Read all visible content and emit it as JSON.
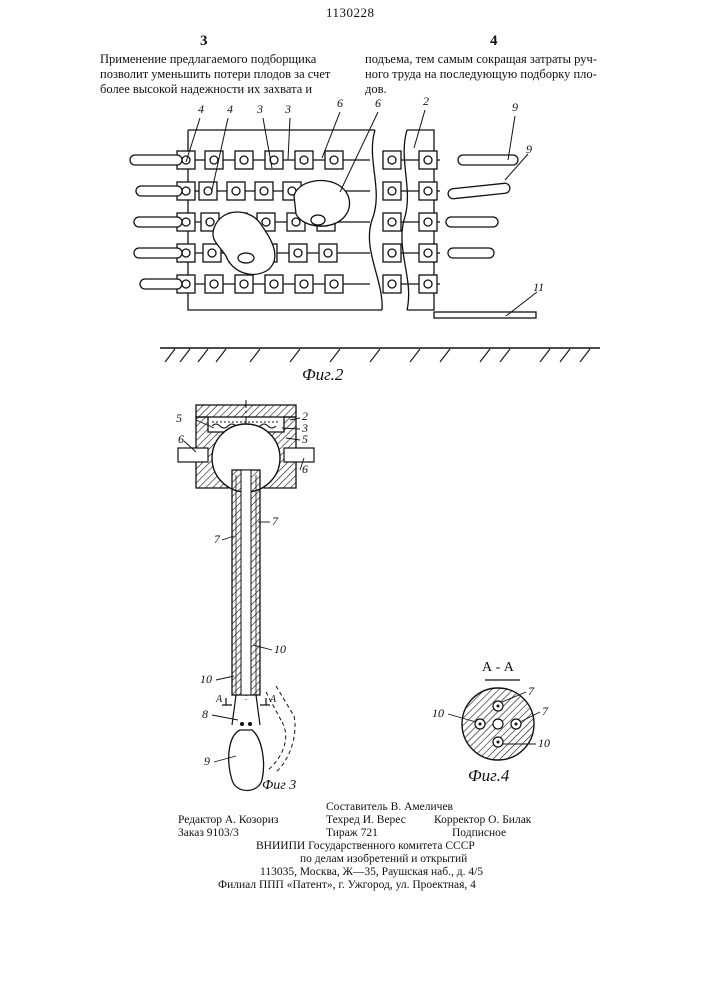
{
  "header": {
    "page_left": "3",
    "patent_number": "1130228",
    "page_right": "4"
  },
  "text": {
    "left_lines": [
      "Применение предлагаемого подборщика",
      "позволит уменьшить потери плодов за счет",
      "более высокой надежности их захвата и"
    ],
    "right_lines": [
      "подъема, тем самым сокращая затраты руч-",
      "ного труда на последующую подборку пло-",
      "дов."
    ]
  },
  "figures": {
    "fig2": {
      "caption": "Фиг.2",
      "labels": {
        "l4a": "4",
        "l4b": "4",
        "l3a": "3",
        "l3b": "3",
        "l6a": "6",
        "l6b": "6",
        "l2": "2",
        "l9a": "9",
        "l9b": "9",
        "l11": "11"
      }
    },
    "fig3": {
      "caption": "Фиг 3",
      "labels": {
        "l5a": "5",
        "l5b": "5",
        "l6a": "6",
        "l6b": "6",
        "l2": "2",
        "l3": "3",
        "l7a": "7",
        "l7b": "7",
        "l10a": "10",
        "l10b": "10",
        "lAa": "A",
        "lAb": "A",
        "l8": "8",
        "l9": "9"
      }
    },
    "fig4": {
      "caption": "Фиг.4",
      "section": "А - А",
      "labels": {
        "l7a": "7",
        "l7b": "7",
        "l10a": "10",
        "l10b": "10"
      }
    }
  },
  "colophon": {
    "editor": "Редактор А. Козориз",
    "order": "Заказ 9103/3",
    "compiler": "Составитель В. Амеличев",
    "techred": "Техред И. Верес",
    "circulation": "Тираж 721",
    "corrector": "Корректор О. Билак",
    "subscription": "Подписное",
    "org1": "ВНИИПИ Государственного комитета СССР",
    "org2": "по делам изобретений и открытий",
    "address": "113035, Москва, Ж—35, Раушская наб., д. 4/5",
    "branch": "Филиал ППП «Патент», г. Ужгород, ул. Проектная, 4"
  }
}
